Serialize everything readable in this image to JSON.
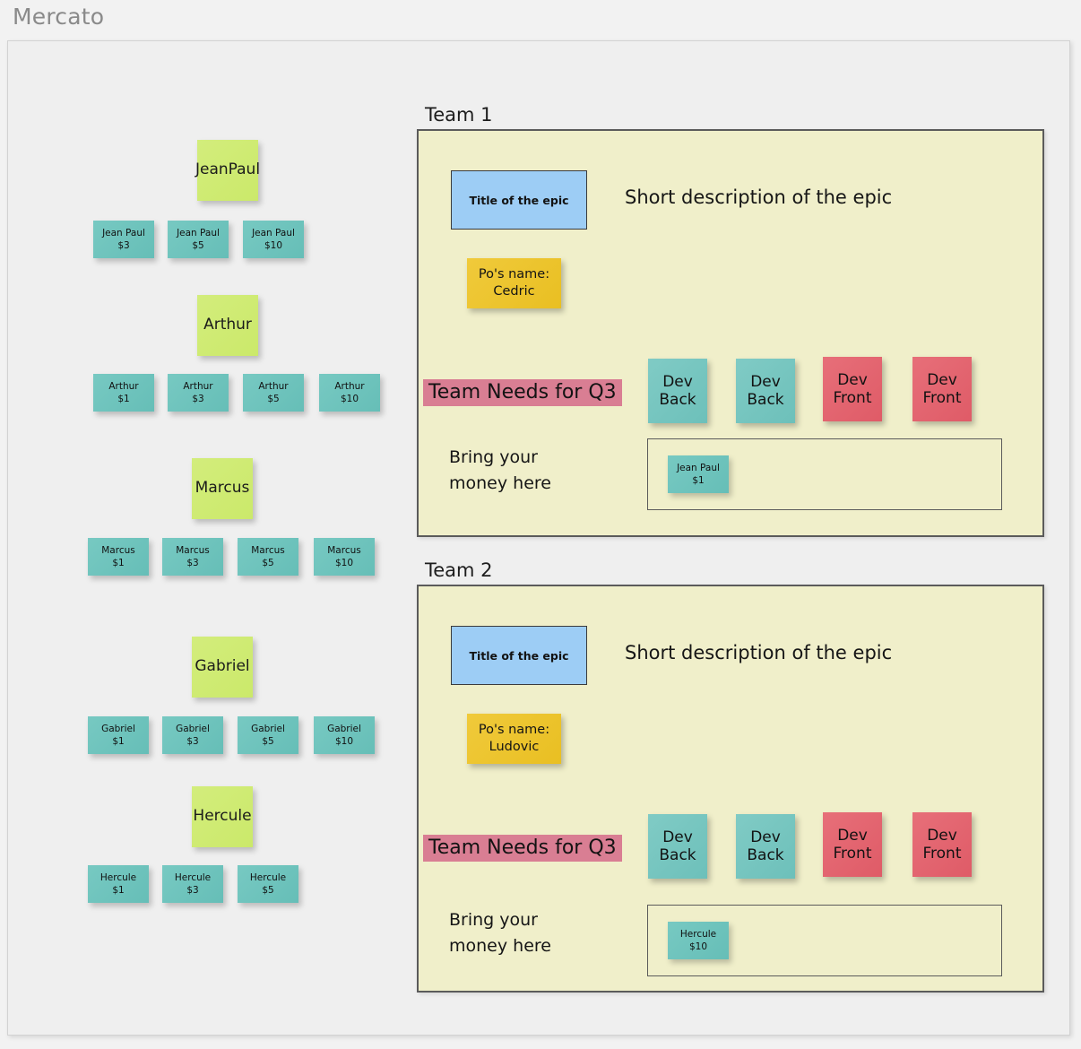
{
  "app": {
    "title": "Mercato"
  },
  "players": [
    {
      "name": "Jean Paul",
      "note_label": "Jean\nPaul",
      "cards": [
        {
          "name": "Jean Paul",
          "amount": "$3"
        },
        {
          "name": "Jean Paul",
          "amount": "$5"
        },
        {
          "name": "Jean Paul",
          "amount": "$10"
        }
      ]
    },
    {
      "name": "Arthur",
      "note_label": "Arthur",
      "cards": [
        {
          "name": "Arthur",
          "amount": "$1"
        },
        {
          "name": "Arthur",
          "amount": "$3"
        },
        {
          "name": "Arthur",
          "amount": "$5"
        },
        {
          "name": "Arthur",
          "amount": "$10"
        }
      ]
    },
    {
      "name": "Marcus",
      "note_label": "Marcus",
      "cards": [
        {
          "name": "Marcus",
          "amount": "$1"
        },
        {
          "name": "Marcus",
          "amount": "$3"
        },
        {
          "name": "Marcus",
          "amount": "$5"
        },
        {
          "name": "Marcus",
          "amount": "$10"
        }
      ]
    },
    {
      "name": "Gabriel",
      "note_label": "Gabriel",
      "cards": [
        {
          "name": "Gabriel",
          "amount": "$1"
        },
        {
          "name": "Gabriel",
          "amount": "$3"
        },
        {
          "name": "Gabriel",
          "amount": "$5"
        },
        {
          "name": "Gabriel",
          "amount": "$10"
        }
      ]
    },
    {
      "name": "Hercule",
      "note_label": "Hercule",
      "cards": [
        {
          "name": "Hercule",
          "amount": "$1"
        },
        {
          "name": "Hercule",
          "amount": "$3"
        },
        {
          "name": "Hercule",
          "amount": "$5"
        }
      ]
    }
  ],
  "teams": [
    {
      "label": "Team 1",
      "epic_title": "Title of the epic",
      "epic_description": "Short description of the epic",
      "po_line1": "Po's name:",
      "po_line2": "Cedric",
      "needs_banner": "Team Needs for Q3",
      "needs": [
        {
          "line1": "Dev",
          "line2": "Back",
          "kind": "dev-back"
        },
        {
          "line1": "Dev",
          "line2": "Back",
          "kind": "dev-back"
        },
        {
          "line1": "Dev",
          "line2": "Front",
          "kind": "dev-front"
        },
        {
          "line1": "Dev",
          "line2": "Front",
          "kind": "dev-front"
        }
      ],
      "bring_money_line1": "Bring your",
      "bring_money_line2": "money here",
      "dropped_cards": [
        {
          "name": "Jean Paul",
          "amount": "$1"
        }
      ]
    },
    {
      "label": "Team 2",
      "epic_title": "Title of the epic",
      "epic_description": "Short description of the epic",
      "po_line1": "Po's name:",
      "po_line2": "Ludovic",
      "needs_banner": "Team Needs for Q3",
      "needs": [
        {
          "line1": "Dev",
          "line2": "Back",
          "kind": "dev-back"
        },
        {
          "line1": "Dev",
          "line2": "Back",
          "kind": "dev-back"
        },
        {
          "line1": "Dev",
          "line2": "Front",
          "kind": "dev-front"
        },
        {
          "line1": "Dev",
          "line2": "Front",
          "kind": "dev-front"
        }
      ],
      "bring_money_line1": "Bring your",
      "bring_money_line2": "money here",
      "dropped_cards": [
        {
          "name": "Hercule",
          "amount": "$10"
        }
      ]
    }
  ],
  "colors": {
    "player_note": "#cfeb72",
    "money_card": "#6ec4bd",
    "panel_background": "#f0efca",
    "epic_title_box": "#9dcdf5",
    "po_note": "#eec52f",
    "needs_banner": "#d97e93",
    "dev_back": "#77c6c0",
    "dev_front": "#e3646f",
    "board_background": "#efefef",
    "page_background": "#f2f2f2",
    "title_text": "#8a8a8a"
  }
}
